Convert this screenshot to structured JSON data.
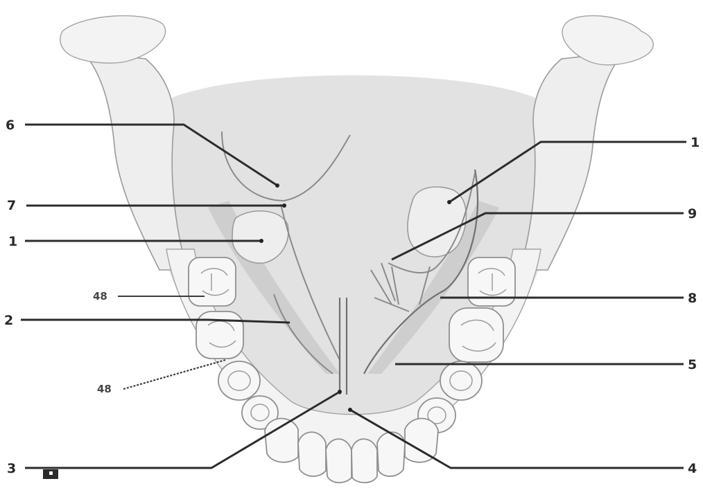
{
  "labels_left": [
    "6",
    "7",
    "1",
    "48",
    "2",
    "48",
    "3"
  ],
  "labels_right": [
    "1",
    "9",
    "8",
    "5",
    "4"
  ]
}
